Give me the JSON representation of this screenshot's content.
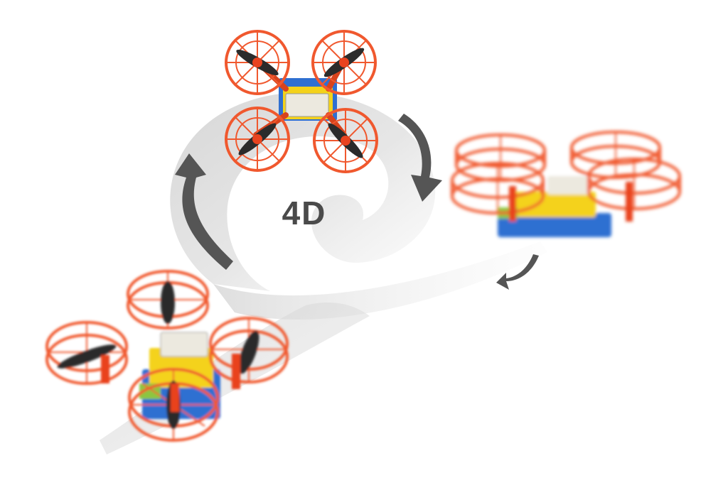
{
  "center_label": "4D",
  "colors": {
    "cage": "#f0582e",
    "cage_dark": "#d8431c",
    "frame_yellow": "#f4d21a",
    "frame_blue": "#2f6fd1",
    "frame_green": "#8cc63f",
    "battery": "#e8e6dc",
    "prop": "#2b2b2b",
    "swoosh": "#d9d9d9",
    "arrow": "#555555"
  },
  "icons": [
    "drone-top-view",
    "drone-side-view",
    "drone-angled-view",
    "rotation-arrow-icon"
  ]
}
